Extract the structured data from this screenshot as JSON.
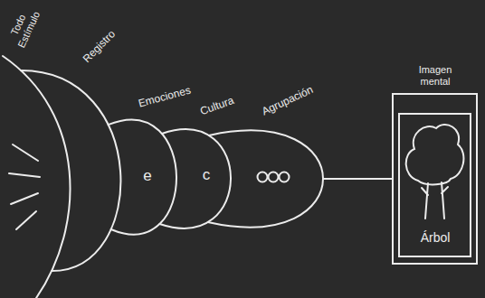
{
  "diagram": {
    "nodes": [
      {
        "text": [
          "Todo Estímulo"
        ]
      },
      {
        "text": [
          "Registro"
        ]
      },
      {
        "text": [
          "Emociones",
          "e"
        ]
      },
      {
        "text": [
          "Cultura",
          "c"
        ]
      },
      {
        "text": [
          "Agrupación"
        ]
      },
      {
        "text": [
          "Imagen mental"
        ]
      },
      {
        "text": [
          "Árbol"
        ],
        "in": 5
      }
    ],
    "edges": [
      {
        "from": 4,
        "to": 5,
        "arrow": "none"
      }
    ]
  }
}
